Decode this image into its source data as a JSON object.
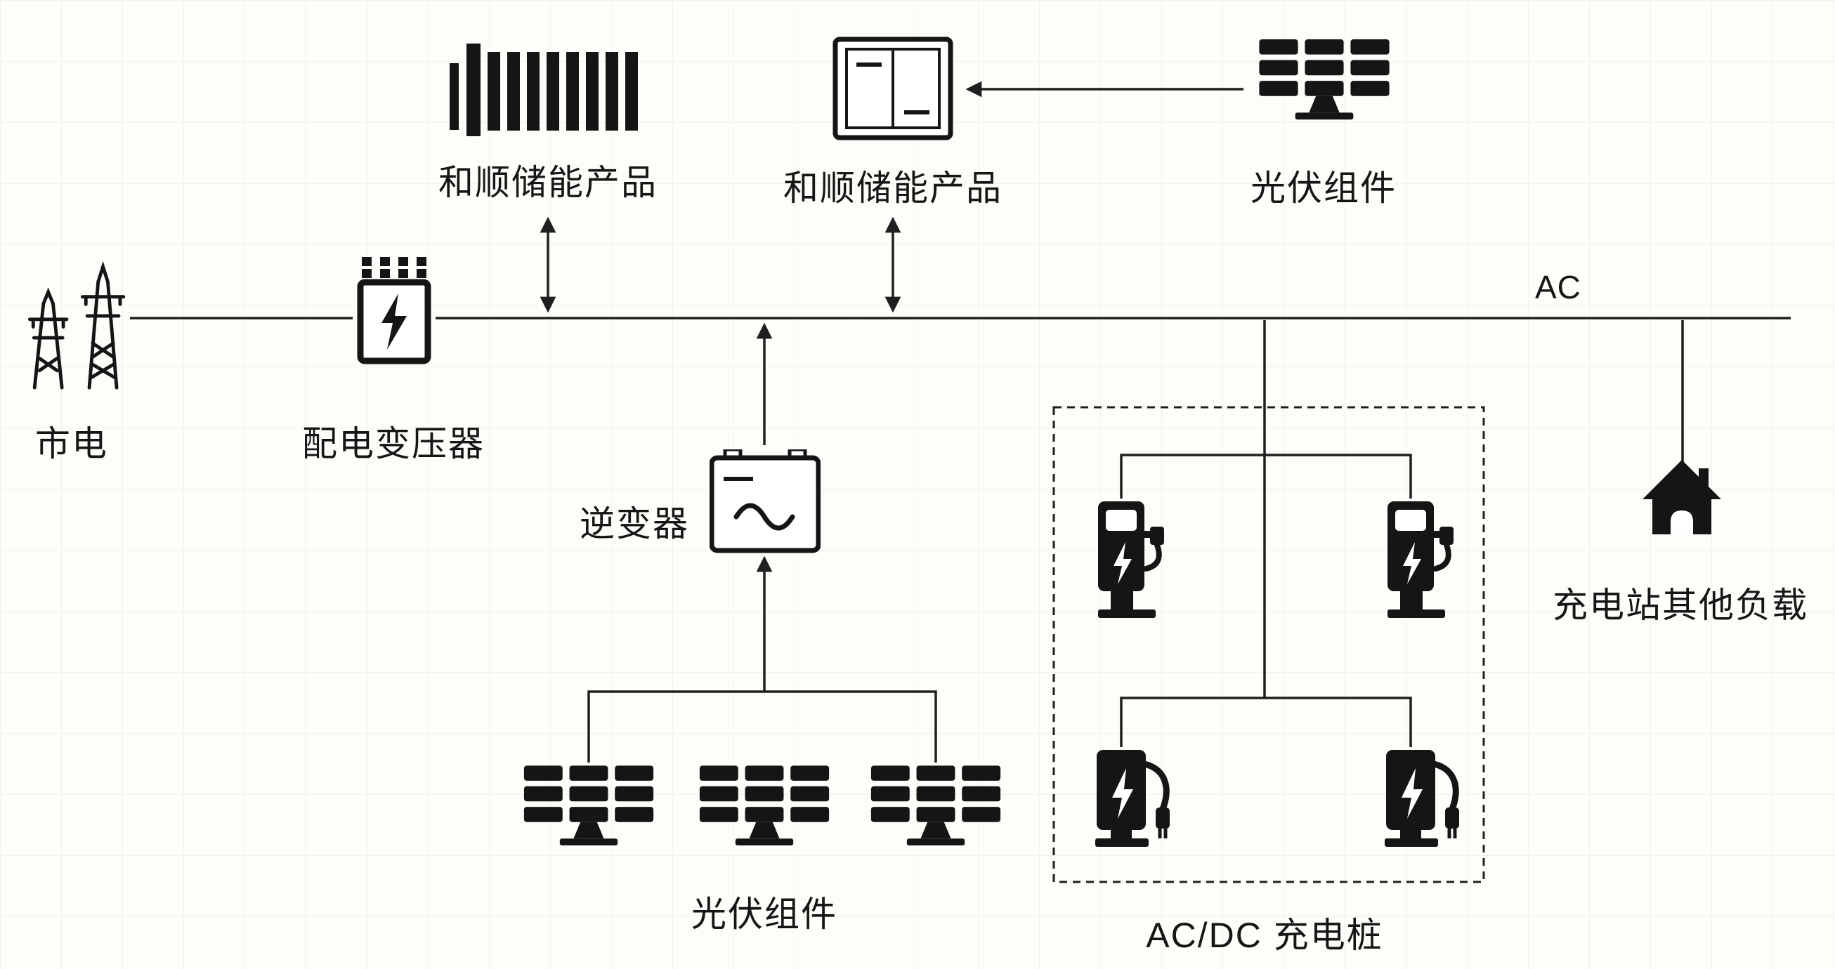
{
  "bus": {
    "label": "AC"
  },
  "nodes": {
    "storage_left": {
      "label": "和顺储能产品"
    },
    "storage_mid": {
      "label": "和顺储能产品"
    },
    "pv_top": {
      "label": "光伏组件"
    },
    "grid": {
      "label": "市电"
    },
    "transformer": {
      "label": "配电变压器"
    },
    "inverter": {
      "label": "逆变器"
    },
    "pv_bottom": {
      "label": "光伏组件"
    },
    "charger_group": {
      "label": "AC/DC 充电桩"
    },
    "other_loads": {
      "label": "充电站其他负载"
    }
  },
  "colors": {
    "icon": "#151515",
    "line": "#1f1f1f",
    "background": "#fdfdf9"
  }
}
